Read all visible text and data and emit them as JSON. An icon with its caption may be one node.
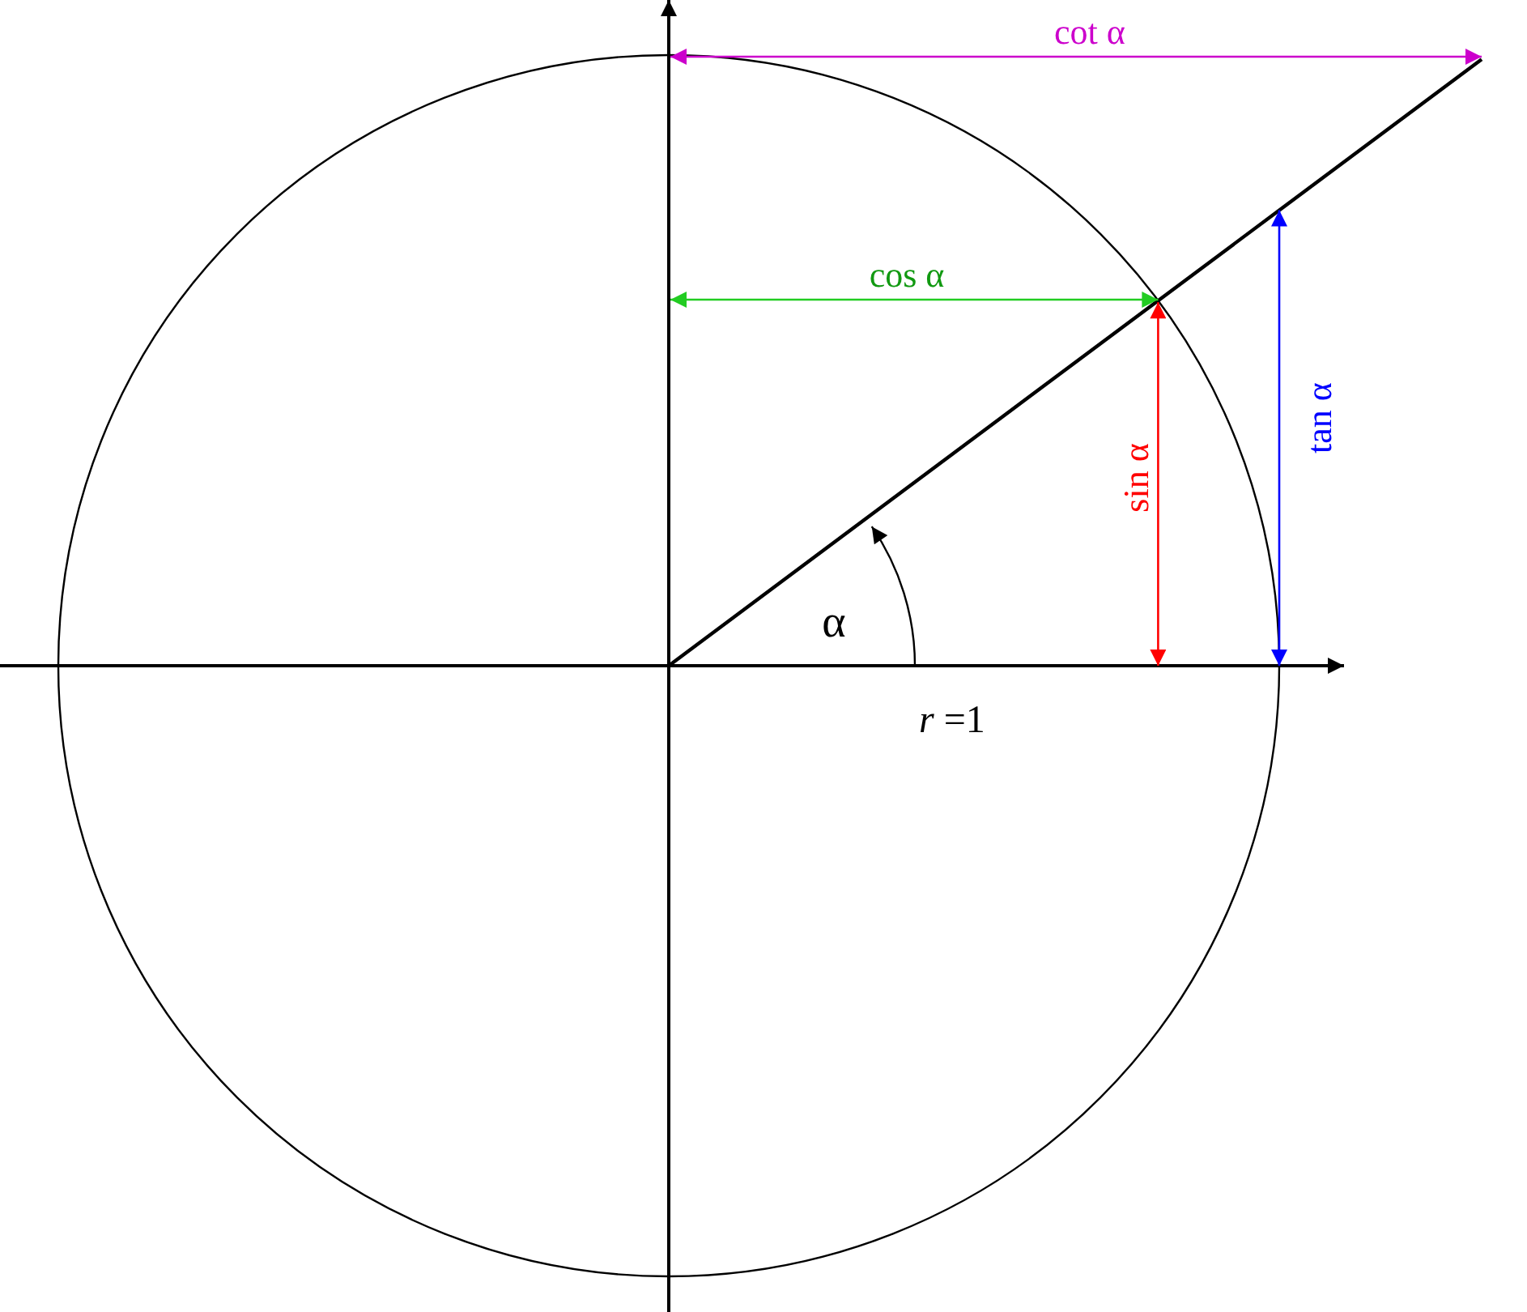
{
  "diagram": {
    "labels": [
      "cot α",
      "cos α",
      "sin α",
      "tan α",
      "α",
      "*r* =1"
    ]
  }
}
